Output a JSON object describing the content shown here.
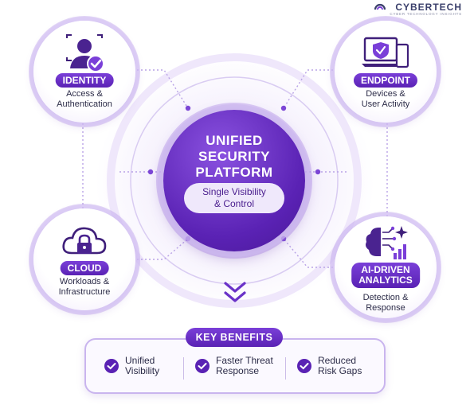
{
  "brand": {
    "name": "CYBERTECH",
    "tagline": "CYBER TECHNOLOGY INSIGHTS"
  },
  "center": {
    "title_line1": "UNIFIED",
    "title_line2": "SECURITY",
    "title_line3": "PLATFORM",
    "pill_line1": "Single Visibility",
    "pill_line2": "& Control"
  },
  "nodes": [
    {
      "label_line1": "IDENTITY",
      "label_line2": "",
      "sub_line1": "Access &",
      "sub_line2": "Authentication",
      "icon": "user-check-icon"
    },
    {
      "label_line1": "ENDPOINT",
      "label_line2": "",
      "sub_line1": "Devices &",
      "sub_line2": "User Activity",
      "icon": "devices-shield-icon"
    },
    {
      "label_line1": "CLOUD",
      "label_line2": "",
      "sub_line1": "Workloads &",
      "sub_line2": "Infrastructure",
      "icon": "cloud-lock-icon"
    },
    {
      "label_line1": "AI-DRIVEN",
      "label_line2": "ANALYTICS",
      "sub_line1": "Detection &",
      "sub_line2": "Response",
      "icon": "brain-chart-icon"
    }
  ],
  "benefits": {
    "title": "KEY BENEFITS",
    "items": [
      {
        "line1": "Unified",
        "line2": "Visibility"
      },
      {
        "line1": "Faster Threat",
        "line2": "Response"
      },
      {
        "line1": "Reduced",
        "line2": "Risk Gaps"
      }
    ]
  },
  "colors": {
    "primary": "#5a22b4",
    "accent": "#7a3fd8",
    "light": "#efe8fb",
    "text": "#2c2c48"
  }
}
